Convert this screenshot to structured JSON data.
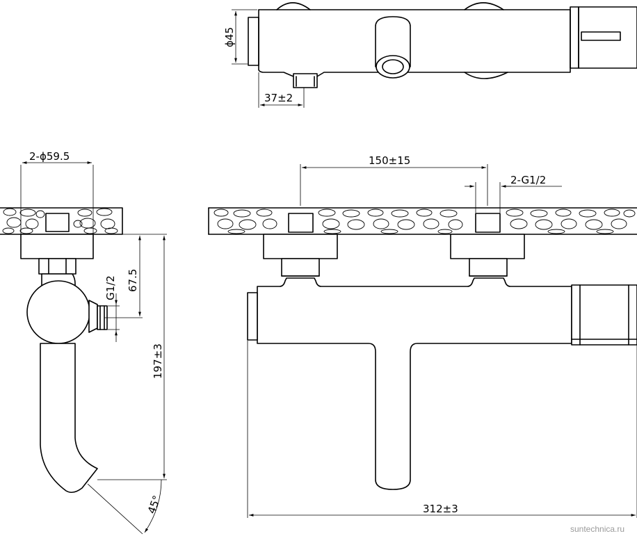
{
  "dimensions": {
    "top_diameter": "ϕ45",
    "top_offset": "37±2",
    "flange_diameter": "2-ϕ59.5",
    "center_distance": "150±15",
    "inlet_thread_front": "2-G1/2",
    "wall_to_outlet": "67.5",
    "outlet_thread_side": "G1/2",
    "spout_height": "197±3",
    "spout_angle": "45°",
    "overall_length": "312±3"
  },
  "watermark": "suntechnica.ru",
  "colors": {
    "line": "#000000",
    "background": "#ffffff",
    "watermark": "#9a9a9a"
  }
}
